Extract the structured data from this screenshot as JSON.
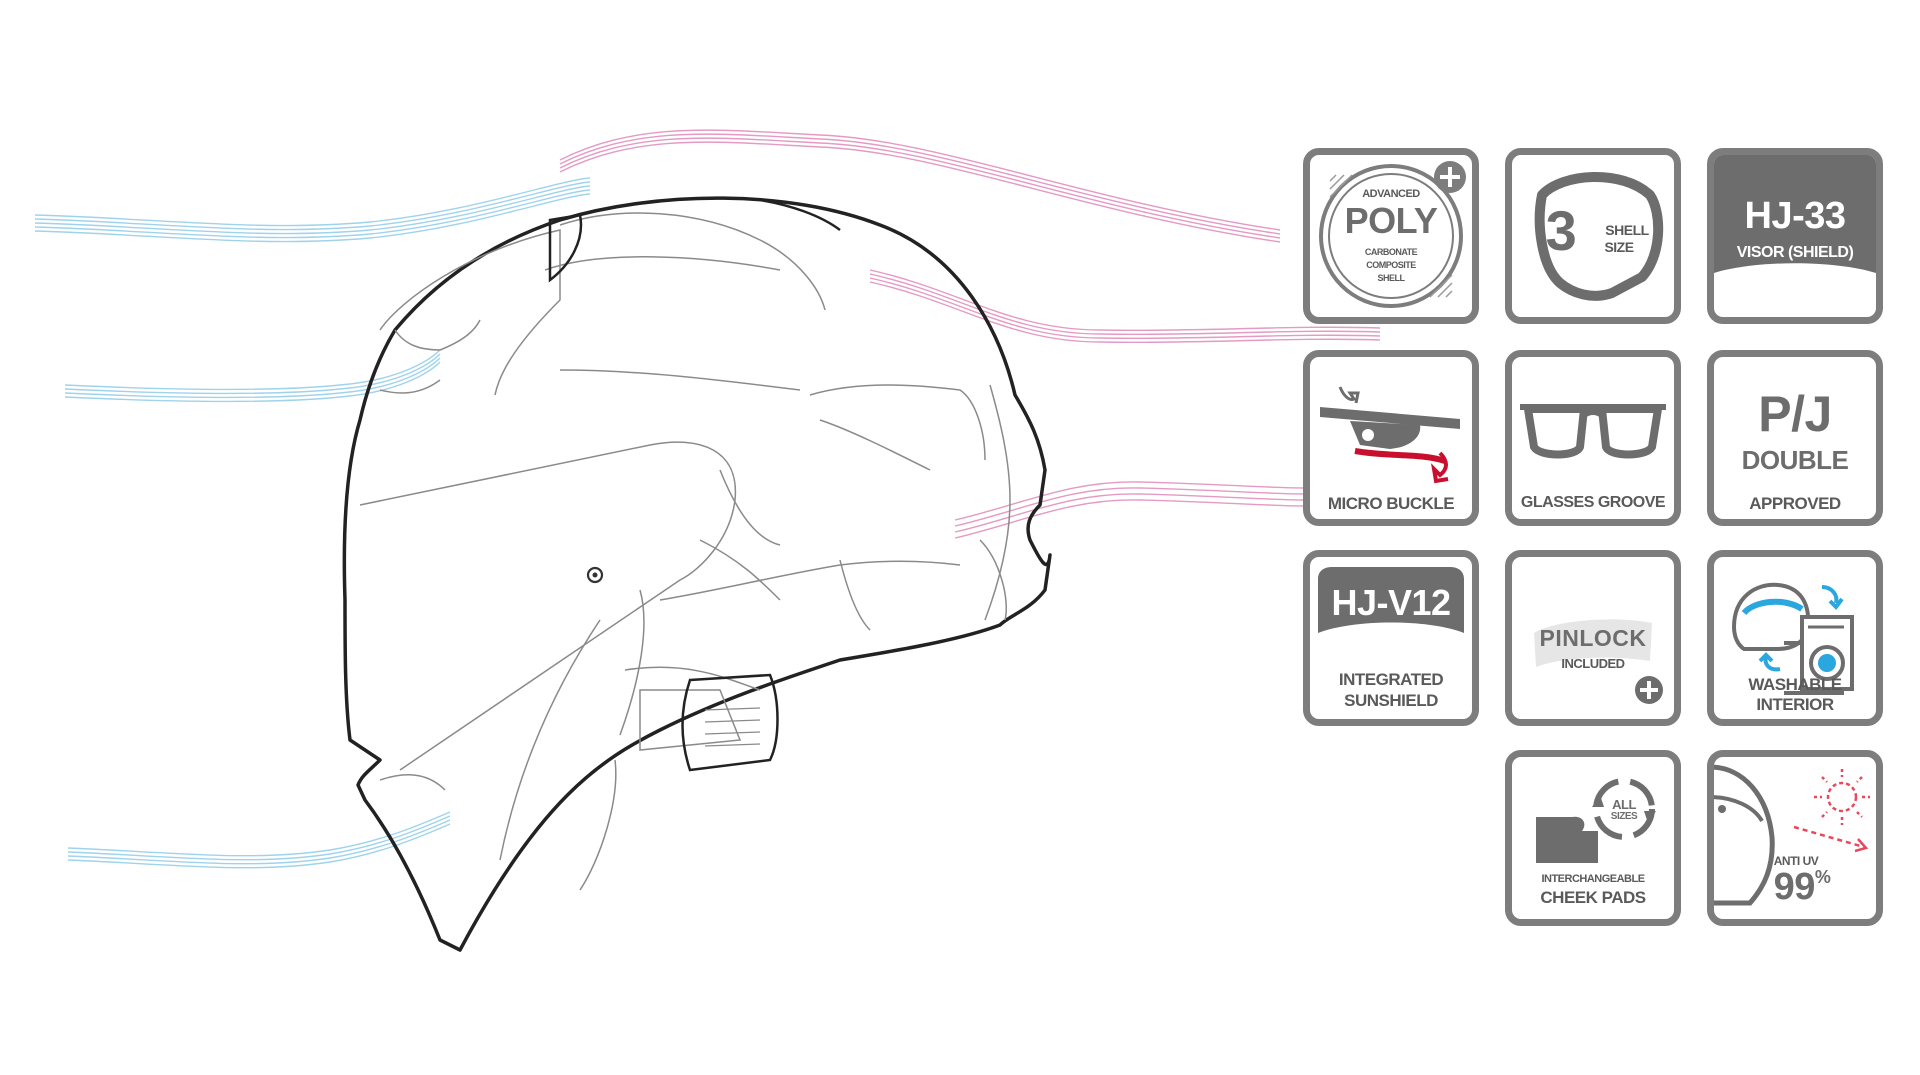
{
  "colors": {
    "tile_border": "#7d7d7d",
    "icon_gray": "#6d6d6d",
    "accent_red": "#c8102e",
    "accent_blue": "#2aa7df",
    "airflow_blue": "#9fd3ec",
    "airflow_pink": "#e59ac4",
    "outline": "#222222"
  },
  "features": [
    {
      "id": "poly",
      "top": "ADVANCED",
      "big": "POLY",
      "lines": [
        "CARBONATE",
        "COMPOSITE",
        "SHELL"
      ],
      "icon": "plus-badge-icon"
    },
    {
      "id": "shell",
      "big": "3",
      "lines": [
        "SHELL",
        "SIZE"
      ],
      "icon": "shell-outline-icon"
    },
    {
      "id": "visor",
      "big": "HJ-33",
      "sub": "VISOR (SHIELD)",
      "icon": "visor-icon"
    },
    {
      "id": "buckle",
      "label": "MICRO BUCKLE",
      "icon": "micro-buckle-icon"
    },
    {
      "id": "glasses",
      "label": "GLASSES GROOVE",
      "icon": "glasses-icon"
    },
    {
      "id": "pj",
      "big": "P/J",
      "mid": "DOUBLE",
      "label": "APPROVED"
    },
    {
      "id": "sunshield",
      "big": "HJ-V12",
      "lines": [
        "INTEGRATED",
        "SUNSHIELD"
      ],
      "icon": "sunshield-icon"
    },
    {
      "id": "pinlock",
      "big": "PINLOCK",
      "sub": "INCLUDED",
      "icon": "plus-circle-icon"
    },
    {
      "id": "washable",
      "lines": [
        "WASHABLE",
        "INTERIOR"
      ],
      "icon": "washing-machine-icon"
    },
    {
      "id": "cheek",
      "badge": [
        "ALL",
        "SIZES"
      ],
      "lines": [
        "INTERCHANGEABLE",
        "CHEEK PADS"
      ],
      "icon": "cheek-pad-icon"
    },
    {
      "id": "uv",
      "small": "ANTI UV",
      "big": "99",
      "unit": "%",
      "icon": "sun-icon"
    }
  ]
}
